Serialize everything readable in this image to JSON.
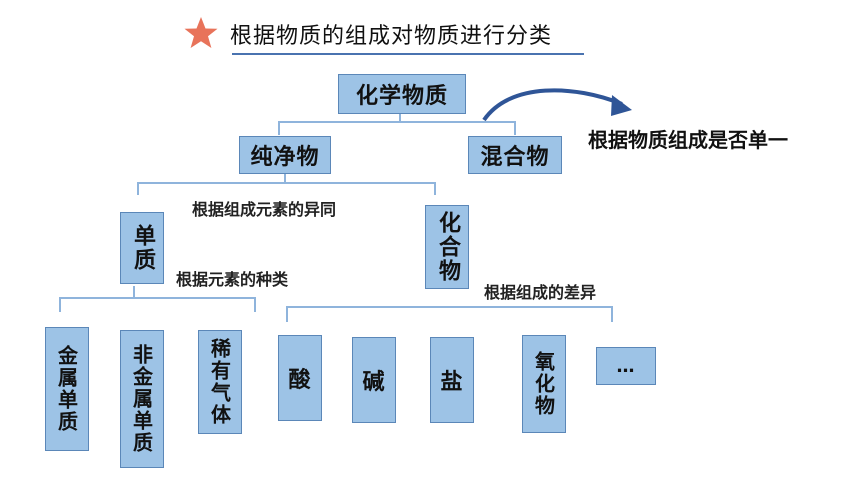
{
  "title": "根据物质的组成对物质进行分类",
  "icons": {
    "star": "star-icon",
    "arrow": "curved-arrow-icon"
  },
  "colors": {
    "box_fill": "#9dc3e6",
    "box_border": "#5b87b8",
    "connector": "#8fb4dc",
    "star": "#e8735a"
  },
  "nodes": {
    "root": "化学物质",
    "pure": "纯净物",
    "mixture": "混合物",
    "element": "单质",
    "compound": "化合物",
    "metal": "金属单质",
    "nonmetal": "非金属单质",
    "noble_gas": "稀有气体",
    "acid": "酸",
    "base": "碱",
    "salt": "盐",
    "oxide": "氧化物",
    "more": "…"
  },
  "criteria": {
    "single_or_not": "根据物质组成是否单一",
    "elements_same_diff": "根据组成元素的异同",
    "element_kinds": "根据元素的种类",
    "composition_diff": "根据组成的差异"
  }
}
